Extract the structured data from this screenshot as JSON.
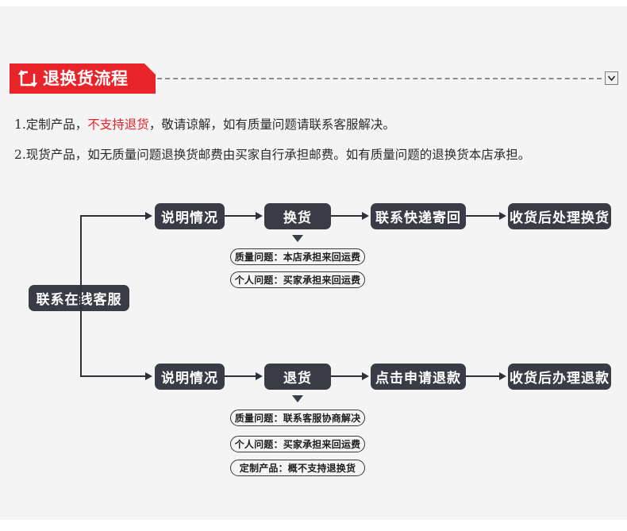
{
  "header": {
    "title": "退换货流程",
    "icon": "return-exchange-icon",
    "toggle_icon": "chevron-down-icon",
    "accent_color": "#e8242a",
    "dash_color": "#8c8c8c"
  },
  "policies": [
    {
      "id": "policy-custom",
      "parts": [
        {
          "text": "1.定制产品，",
          "highlight": false
        },
        {
          "text": "不支持退货",
          "highlight": true
        },
        {
          "text": "，敬请谅解，如有质量问题请联系客服解决。",
          "highlight": false
        }
      ]
    },
    {
      "id": "policy-stock",
      "parts": [
        {
          "text": "2.现货产品，如无质量问题退换货邮费由买家自行承担邮费。如有质量问题的退换货本店承担。",
          "highlight": false
        }
      ]
    }
  ],
  "flow": {
    "node_color": "#393c45",
    "node_text_color": "#ffffff",
    "start": {
      "label": "联系在线客服"
    },
    "exchange_branch": {
      "steps": [
        {
          "label": "说明情况"
        },
        {
          "label": "换货"
        },
        {
          "label": "联系快递寄回"
        },
        {
          "label": "收货后处理换货"
        }
      ],
      "notes": [
        {
          "label": "质量问题：本店承担来回运费"
        },
        {
          "label": "个人问题：买家承担来回运费"
        }
      ]
    },
    "return_branch": {
      "steps": [
        {
          "label": "说明情况"
        },
        {
          "label": "退货"
        },
        {
          "label": "点击申请退款"
        },
        {
          "label": "收货后办理退款"
        }
      ],
      "notes": [
        {
          "label": "质量问题：联系客服协商解决"
        },
        {
          "label": "个人问题：买家承担来回运费"
        },
        {
          "label": "定制产品：概不支持退换货"
        }
      ]
    }
  }
}
